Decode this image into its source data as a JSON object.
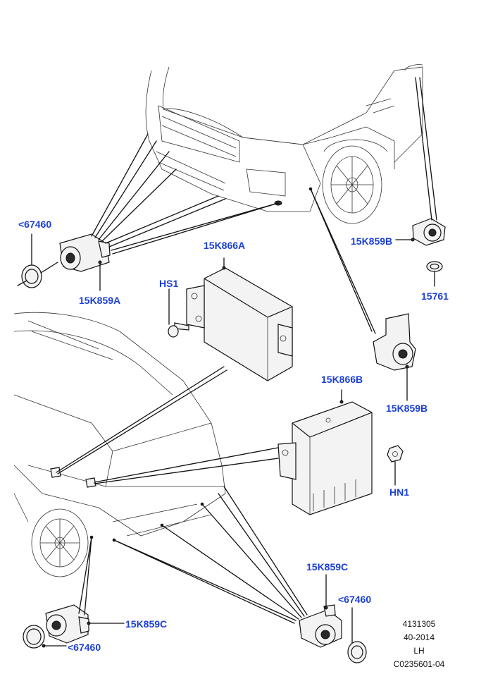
{
  "callouts": {
    "c67460_front": "<67460",
    "c15K859A": "15K859A",
    "c15K866A": "15K866A",
    "cHS1": "HS1",
    "c15K859B_top": "15K859B",
    "c15761": "15761",
    "c15K859B_mid": "15K859B",
    "c15K866B": "15K866B",
    "cHN1": "HN1",
    "c15K859C_right": "15K859C",
    "c67460_right": "<67460",
    "c15K859C_left": "15K859C",
    "c67460_bottom": "<67460"
  },
  "info": {
    "line1": "4131305",
    "line2": "40-2014",
    "line3": "LH",
    "line4": "C0235601-04"
  },
  "colors": {
    "callout": "#1b3fd6",
    "line": "#111111",
    "background": "#ffffff"
  }
}
